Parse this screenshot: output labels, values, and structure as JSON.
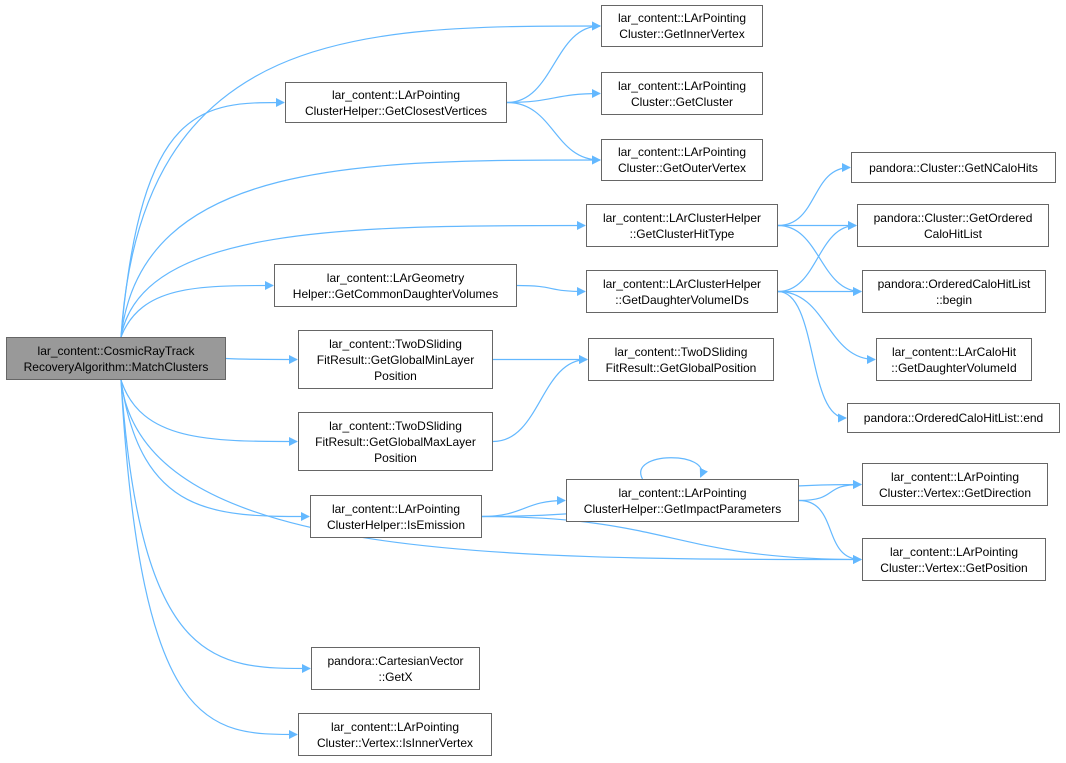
{
  "nodes": [
    {
      "id": "root",
      "lines": [
        "lar_content::CosmicRayTrack",
        "RecoveryAlgorithm::MatchClusters"
      ]
    },
    {
      "id": "gcv",
      "lines": [
        "lar_content::LArPointing",
        "ClusterHelper::GetClosestVertices"
      ]
    },
    {
      "id": "giv",
      "lines": [
        "lar_content::LArPointing",
        "Cluster::GetInnerVertex"
      ]
    },
    {
      "id": "gc",
      "lines": [
        "lar_content::LArPointing",
        "Cluster::GetCluster"
      ]
    },
    {
      "id": "gov",
      "lines": [
        "lar_content::LArPointing",
        "Cluster::GetOuterVertex"
      ]
    },
    {
      "id": "gcht",
      "lines": [
        "lar_content::LArClusterHelper",
        "::GetClusterHitType"
      ]
    },
    {
      "id": "ncalo",
      "lines": [
        "pandora::Cluster::GetNCaloHits"
      ]
    },
    {
      "id": "gochl",
      "lines": [
        "pandora::Cluster::GetOrdered",
        "CaloHitList"
      ]
    },
    {
      "id": "gcdv",
      "lines": [
        "lar_content::LArGeometry",
        "Helper::GetCommonDaughterVolumes"
      ]
    },
    {
      "id": "gdvi",
      "lines": [
        "lar_content::LArClusterHelper",
        "::GetDaughterVolumeIDs"
      ]
    },
    {
      "id": "ochlb",
      "lines": [
        "pandora::OrderedCaloHitList",
        "::begin"
      ]
    },
    {
      "id": "lchdv",
      "lines": [
        "lar_content::LArCaloHit",
        "::GetDaughterVolumeId"
      ]
    },
    {
      "id": "ochle",
      "lines": [
        "pandora::OrderedCaloHitList::end"
      ]
    },
    {
      "id": "gminlp",
      "lines": [
        "lar_content::TwoDSliding",
        "FitResult::GetGlobalMinLayer",
        "Position"
      ]
    },
    {
      "id": "ggp",
      "lines": [
        "lar_content::TwoDSliding",
        "FitResult::GetGlobalPosition"
      ]
    },
    {
      "id": "gmaxlp",
      "lines": [
        "lar_content::TwoDSliding",
        "FitResult::GetGlobalMaxLayer",
        "Position"
      ]
    },
    {
      "id": "ise",
      "lines": [
        "lar_content::LArPointing",
        "ClusterHelper::IsEmission"
      ]
    },
    {
      "id": "gip",
      "lines": [
        "lar_content::LArPointing",
        "ClusterHelper::GetImpactParameters"
      ]
    },
    {
      "id": "gdir",
      "lines": [
        "lar_content::LArPointing",
        "Cluster::Vertex::GetDirection"
      ]
    },
    {
      "id": "gpos",
      "lines": [
        "lar_content::LArPointing",
        "Cluster::Vertex::GetPosition"
      ]
    },
    {
      "id": "getx",
      "lines": [
        "pandora::CartesianVector",
        "::GetX"
      ]
    },
    {
      "id": "iiv",
      "lines": [
        "lar_content::LArPointing",
        "Cluster::Vertex::IsInnerVertex"
      ]
    }
  ],
  "edges": [
    [
      "root",
      "giv"
    ],
    [
      "root",
      "gcv"
    ],
    [
      "root",
      "gov"
    ],
    [
      "root",
      "gcht"
    ],
    [
      "root",
      "gcdv"
    ],
    [
      "root",
      "gminlp"
    ],
    [
      "root",
      "gmaxlp"
    ],
    [
      "root",
      "ise"
    ],
    [
      "root",
      "gpos"
    ],
    [
      "root",
      "getx"
    ],
    [
      "root",
      "iiv"
    ],
    [
      "gcv",
      "giv"
    ],
    [
      "gcv",
      "gc"
    ],
    [
      "gcv",
      "gov"
    ],
    [
      "gcht",
      "ncalo"
    ],
    [
      "gcht",
      "gochl"
    ],
    [
      "gcht",
      "ochlb"
    ],
    [
      "gcdv",
      "gdvi"
    ],
    [
      "gdvi",
      "gochl"
    ],
    [
      "gdvi",
      "ochlb"
    ],
    [
      "gdvi",
      "lchdv"
    ],
    [
      "gdvi",
      "ochle"
    ],
    [
      "gminlp",
      "ggp"
    ],
    [
      "gmaxlp",
      "ggp"
    ],
    [
      "ise",
      "gdir"
    ],
    [
      "ise",
      "gip"
    ],
    [
      "ise",
      "gpos"
    ],
    [
      "gip",
      "gip"
    ],
    [
      "gip",
      "gdir"
    ],
    [
      "gip",
      "gpos"
    ]
  ],
  "colors": {
    "edge": "#63b8ff",
    "root_fill": "#999999",
    "border": "#666666"
  }
}
